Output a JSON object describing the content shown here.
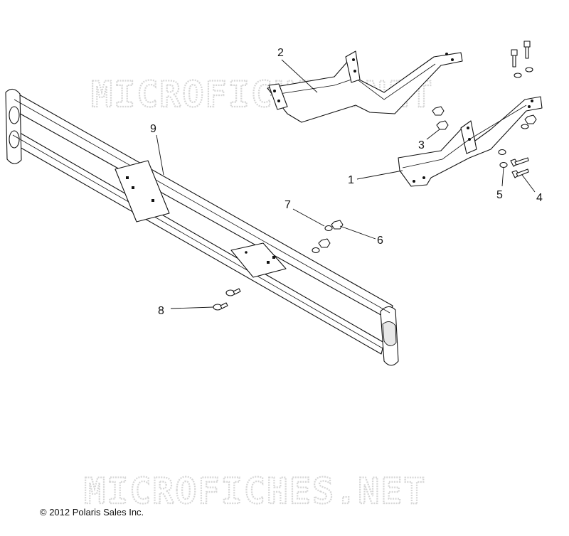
{
  "watermark": {
    "text": "MICROFICHES.NET"
  },
  "copyright": "© 2012 Polaris Sales Inc.",
  "callouts": {
    "c1": "1",
    "c2": "2",
    "c3": "3",
    "c4": "4",
    "c5": "5",
    "c6": "6",
    "c7": "7",
    "c8": "8",
    "c9": "9"
  }
}
